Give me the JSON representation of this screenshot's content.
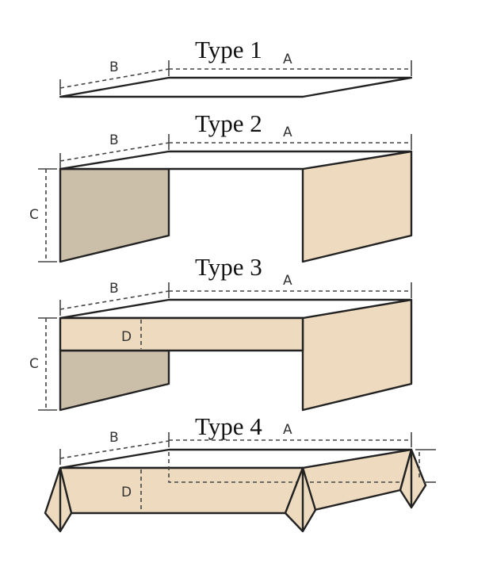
{
  "diagram": {
    "types": [
      {
        "title": "Type 1",
        "labels": {
          "a": "A",
          "b": "B"
        }
      },
      {
        "title": "Type 2",
        "labels": {
          "a": "A",
          "b": "B",
          "c": "C"
        }
      },
      {
        "title": "Type 3",
        "labels": {
          "a": "A",
          "b": "B",
          "c": "C",
          "d": "D"
        }
      },
      {
        "title": "Type 4",
        "labels": {
          "a": "A",
          "b": "B",
          "d": "D"
        }
      }
    ],
    "colors": {
      "panel_light": "#eedbbf",
      "panel_dark": "#cbbfa9",
      "outline": "#222222"
    }
  }
}
